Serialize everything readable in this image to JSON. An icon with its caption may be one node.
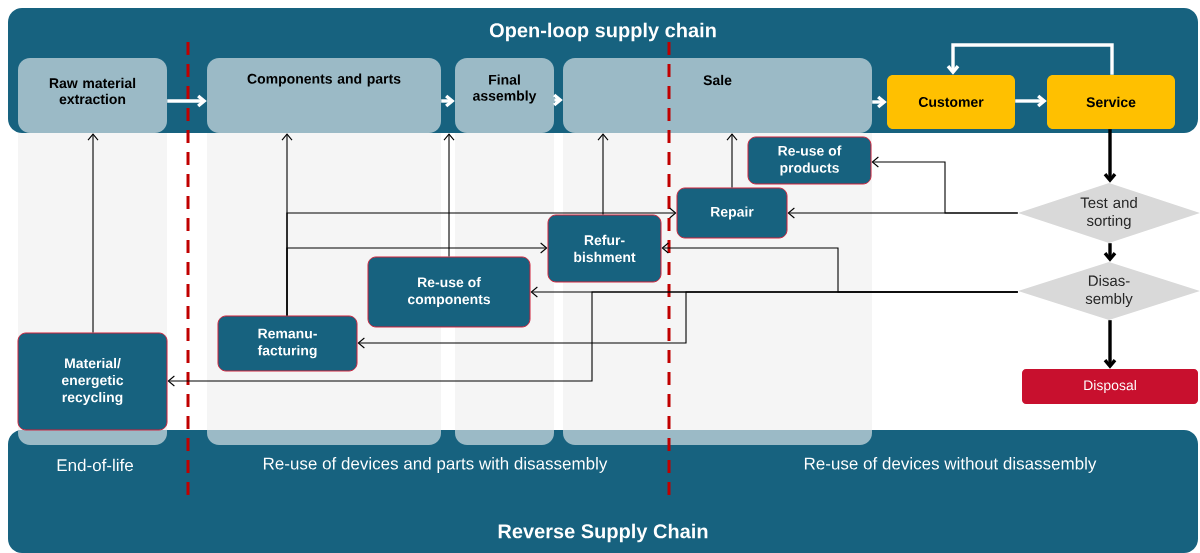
{
  "diagram": {
    "nodes": [
      {
        "text": [
          "Open-loop supply chain"
        ]
      },
      {
        "text": [
          "Raw material extraction"
        ],
        "in": 0
      },
      {
        "text": [
          "Components and parts"
        ],
        "in": 0
      },
      {
        "text": [
          "Final assembly"
        ],
        "in": 0
      },
      {
        "text": [
          "Sale"
        ],
        "in": 0
      },
      {
        "text": [
          "Customer"
        ],
        "in": 0
      },
      {
        "text": [
          "Service"
        ],
        "in": 0
      },
      {
        "text": [
          "Re-use of products"
        ]
      },
      {
        "text": [
          "Repair"
        ]
      },
      {
        "text": [
          "Refur- bishment"
        ]
      },
      {
        "text": [
          "Re-use of components"
        ]
      },
      {
        "text": [
          "Remanu- facturing"
        ]
      },
      {
        "text": [
          "Material/ energetic recycling"
        ]
      },
      {
        "text": [
          "Test and sorting"
        ]
      },
      {
        "text": [
          "Disas- sembly"
        ]
      },
      {
        "text": [
          "Disposal"
        ]
      },
      {
        "text": [
          "Reverse Supply Chain"
        ]
      }
    ],
    "edges": [
      {
        "from": 1,
        "to": 2,
        "arrow": "to",
        "style": "thick",
        "color": "#ffffff"
      },
      {
        "from": 2,
        "to": 3,
        "arrow": "to",
        "style": "thick",
        "color": "#ffffff"
      },
      {
        "from": 3,
        "to": 4,
        "arrow": "to",
        "style": "thick",
        "color": "#ffffff"
      },
      {
        "from": 4,
        "to": 5,
        "arrow": "to",
        "style": "thick",
        "color": "#ffffff"
      },
      {
        "from": 5,
        "to": 6,
        "arrow": "to",
        "style": "thick",
        "color": "#ffffff"
      },
      {
        "from": 6,
        "to": 5,
        "arrow": "to",
        "style": "thick",
        "color": "#ffffff"
      },
      {
        "from": 6,
        "to": 13,
        "arrow": "to",
        "style": "thick"
      },
      {
        "from": 13,
        "to": 14,
        "arrow": "to",
        "style": "thick"
      },
      {
        "from": 14,
        "to": 15,
        "arrow": "to",
        "style": "thick"
      },
      {
        "from": 13,
        "to": 8,
        "arrow": "to"
      },
      {
        "from": 13,
        "to": 7,
        "arrow": "to"
      },
      {
        "from": 14,
        "to": 10,
        "arrow": "to"
      },
      {
        "from": 14,
        "to": 9,
        "arrow": "to"
      },
      {
        "from": 14,
        "to": 11,
        "arrow": "to"
      },
      {
        "from": 14,
        "to": 12,
        "arrow": "to"
      },
      {
        "from": 12,
        "to": 1,
        "arrow": "to"
      },
      {
        "from": 11,
        "to": 2,
        "arrow": "to"
      },
      {
        "from": 11,
        "to": 8,
        "arrow": "to"
      },
      {
        "from": 11,
        "to": 9,
        "arrow": "to"
      },
      {
        "from": 10,
        "to": 3,
        "arrow": "to"
      },
      {
        "from": 9,
        "to": 4,
        "arrow": "to"
      },
      {
        "from": 8,
        "to": 4,
        "arrow": "to"
      }
    ],
    "labels": [
      "End-of-life",
      "Re-use of devices and parts with disassembly",
      "Re-use of devices without disassembly"
    ]
  }
}
